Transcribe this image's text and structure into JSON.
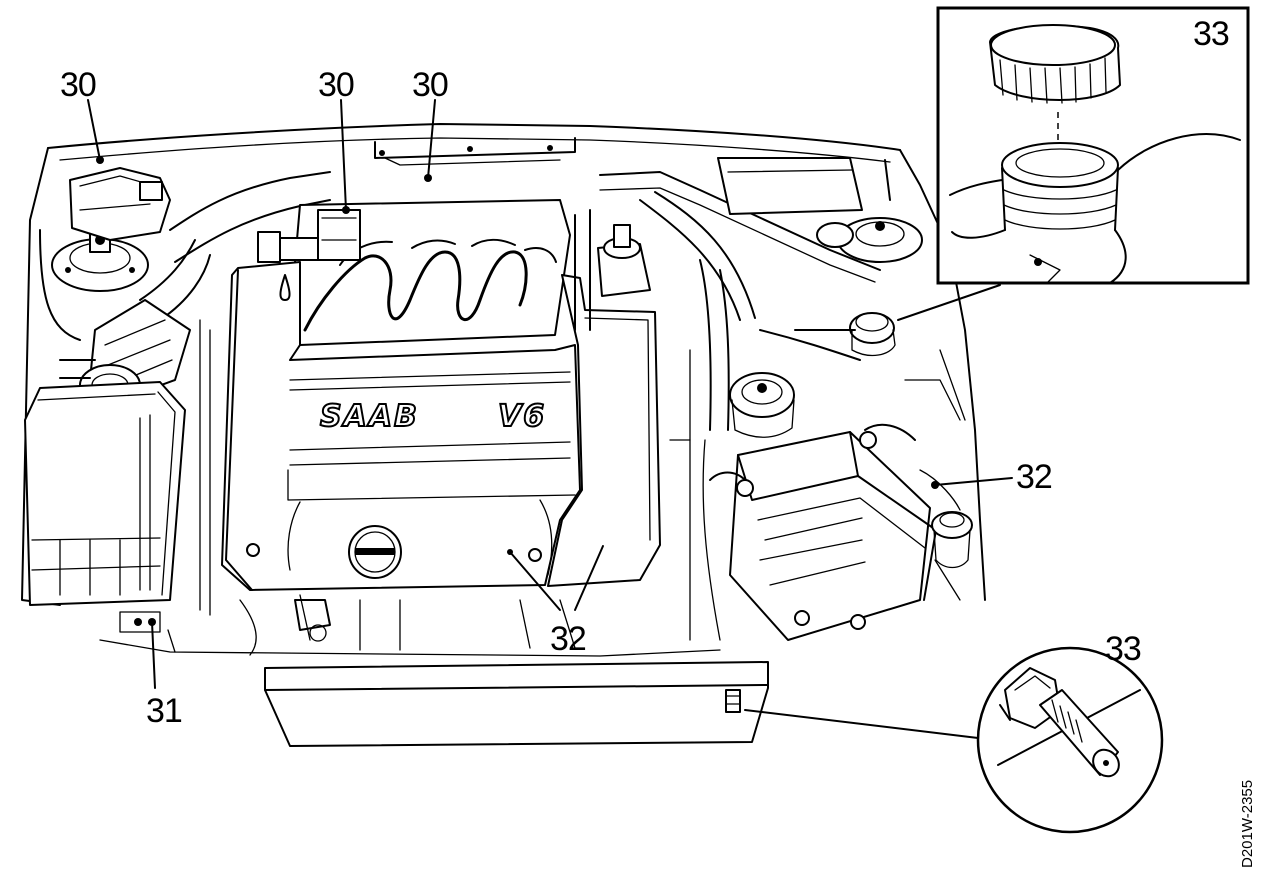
{
  "diagram": {
    "callouts": {
      "c30a": "30",
      "c30b": "30",
      "c30c": "30",
      "c31": "31",
      "c32a": "32",
      "c32b": "32",
      "c33a": "33",
      "c33b": "33"
    },
    "cover_logo": {
      "brand": "SAAB",
      "engine": "V6"
    },
    "figure_id": "D201W-2355"
  }
}
